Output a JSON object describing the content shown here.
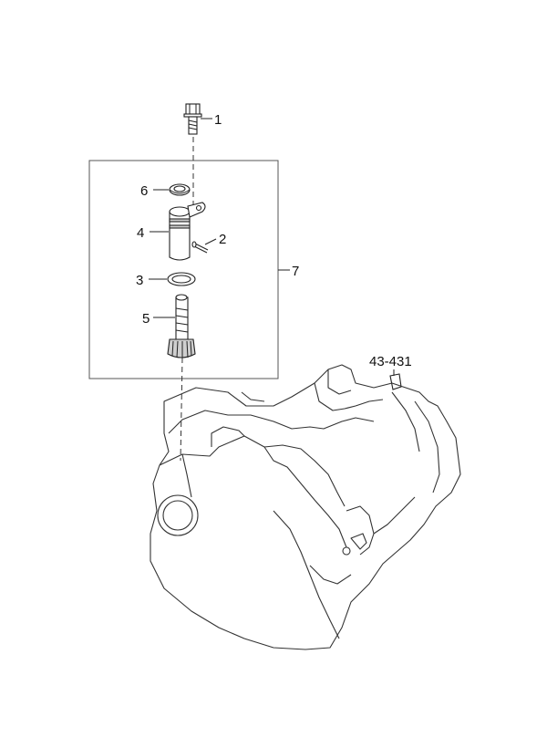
{
  "callouts": {
    "c1": "1",
    "c2": "2",
    "c3": "3",
    "c4": "4",
    "c5": "5",
    "c6": "6",
    "c7": "7",
    "ref": "43-431"
  }
}
